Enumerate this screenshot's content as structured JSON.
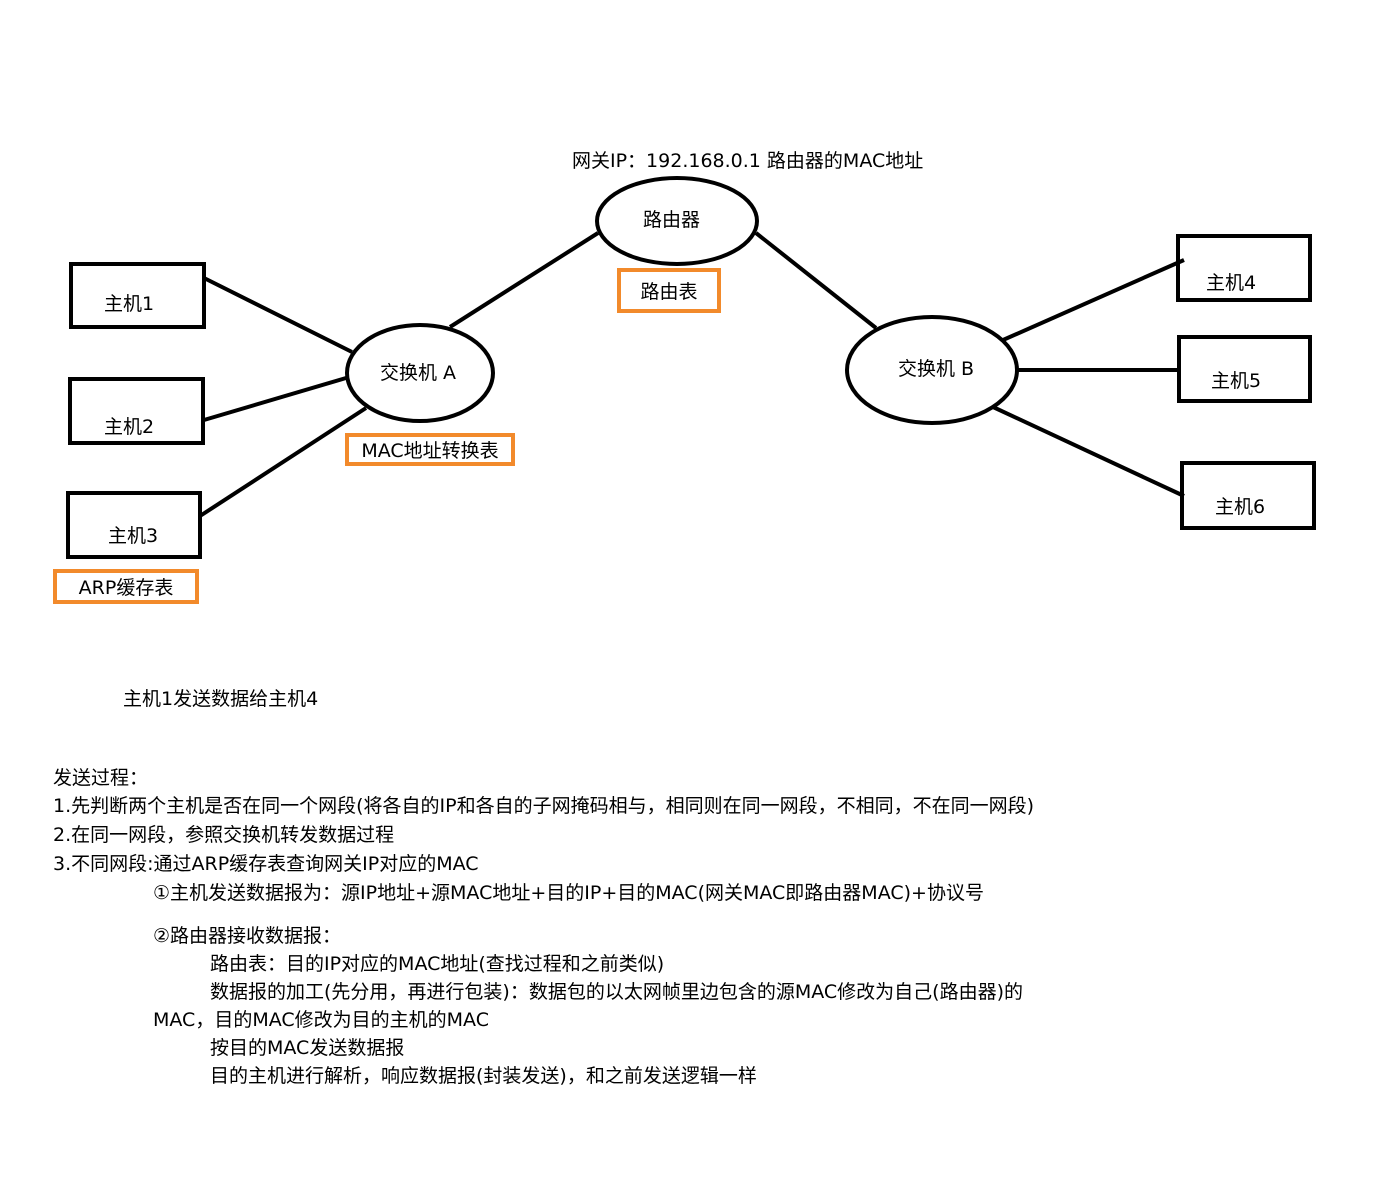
{
  "gateway_note": "网关IP：192.168.0.1 路由器的MAC地址",
  "router": {
    "label": "路由器",
    "table": "路由表"
  },
  "switch_a": {
    "label": "交换机 A",
    "table": "MAC地址转换表"
  },
  "switch_b": {
    "label": "交换机 B"
  },
  "hosts": [
    "主机1",
    "主机2",
    "主机3",
    "主机4",
    "主机5",
    "主机6"
  ],
  "arp_table": "ARP缓存表",
  "scenario": "主机1发送数据给主机4",
  "process": {
    "heading": "发送过程：",
    "step1": "1.先判断两个主机是否在同一个网段(将各自的IP和各自的子网掩码相与，相同则在同一网段，不相同，不在同一网段)",
    "step2": "2.在同一网段，参照交换机转发数据过程",
    "step3": "3.不同网段:通过ARP缓存表查询网关IP对应的MAC",
    "sub1": "①主机发送数据报为：源IP地址+源MAC地址+目的IP+目的MAC(网关MAC即路由器MAC)+协议号",
    "sub2": "②路由器接收数据报：",
    "sub2_l1": "路由表：目的IP对应的MAC地址(查找过程和之前类似)",
    "sub2_l2": "数据报的加工(先分用，再进行包装)：数据包的以太网帧里边包含的源MAC修改为自己(路由器)的",
    "sub2_l3": "MAC，目的MAC修改为目的主机的MAC",
    "sub2_l4": "按目的MAC发送数据报",
    "sub2_l5": "目的主机进行解析，响应数据报(封装发送)，和之前发送逻辑一样"
  },
  "colors": {
    "highlight_border": "#f28a2b",
    "line": "#000000"
  }
}
